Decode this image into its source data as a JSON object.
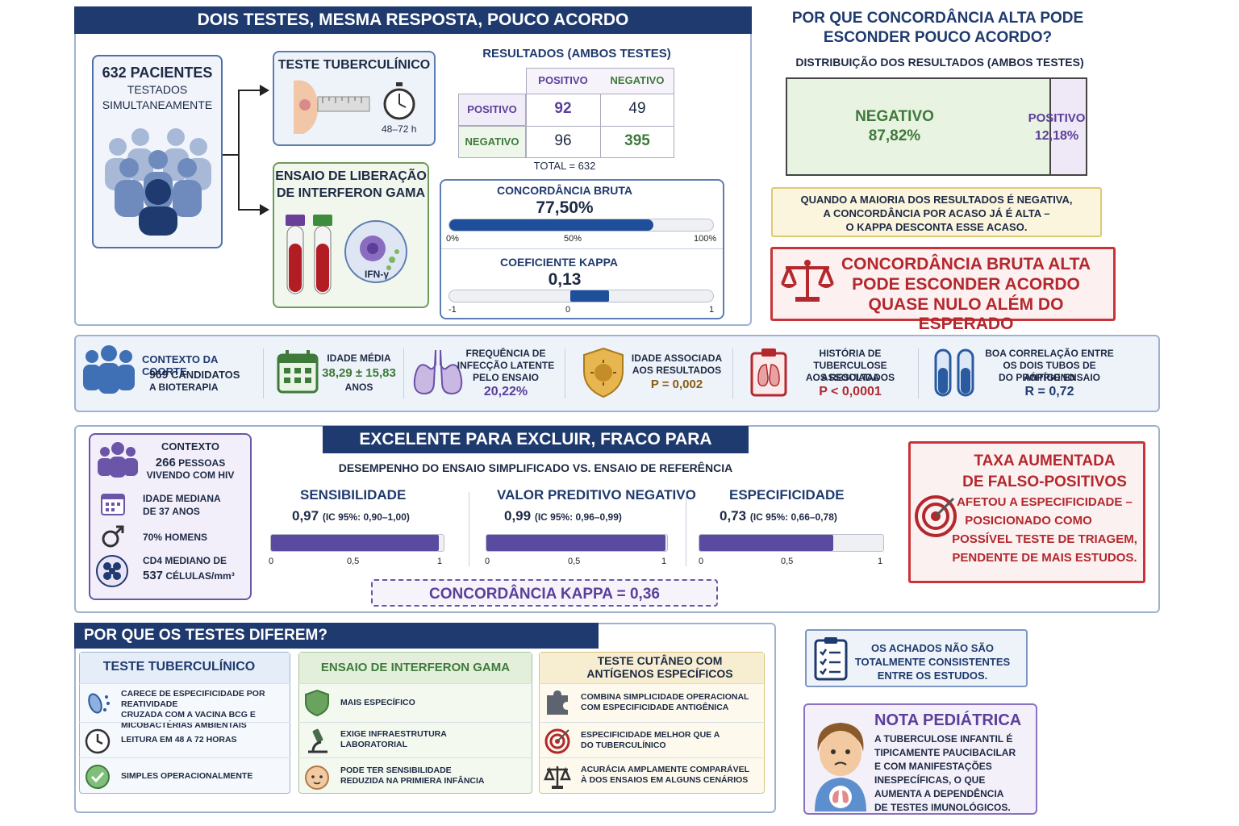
{
  "top": {
    "banner": "DOIS TESTES, MESMA RESPOSTA, POUCO ACORDO",
    "patients": {
      "line1": "632 PACIENTES",
      "line2": "TESTADOS",
      "line3": "SIMULTANEAMENTE"
    },
    "tst": {
      "title": "TESTE TUBERCULÍNICO",
      "time": "48–72 h"
    },
    "igra": {
      "title1": "ENSAIO DE LIBERAÇÃO",
      "title2": "DE INTERFERON GAMA",
      "label": "IFN-γ"
    },
    "results": {
      "title": "RESULTADOS (AMBOS TESTES)",
      "col_headers": [
        "POSITIVO",
        "NEGATIVO"
      ],
      "row_headers": [
        "POSITIVO",
        "NEGATIVO"
      ],
      "cells": [
        [
          "92",
          "49"
        ],
        [
          "96",
          "395"
        ]
      ],
      "total": "TOTAL = 632"
    },
    "agreement": {
      "title": "CONCORDÂNCIA BRUTA",
      "value": "77,50%",
      "fraction": 0.775,
      "ticks": [
        "0%",
        "50%",
        "100%"
      ]
    },
    "kappa": {
      "title": "COEFICIENTE KAPPA",
      "value": "0,13",
      "kappa_value": 0.13,
      "ticks": [
        "-1",
        "0",
        "1"
      ]
    }
  },
  "right": {
    "question1": "POR QUE CONCORDÂNCIA ALTA PODE",
    "question2": "ESCONDER POUCO ACORDO?",
    "dist_title": "DISTRIBUIÇÃO DOS RESULTADOS (AMBOS TESTES)",
    "neg_label": "NEGATIVO",
    "neg_value": "87,82%",
    "neg_fraction": 0.8782,
    "pos_label": "POSITIVO",
    "pos_value": "12,18%",
    "note1": "QUANDO A MAIORIA DOS RESULTADOS É NEGATIVA,",
    "note2": "A CONCORDÂNCIA POR ACASO JÁ É ALTA –",
    "note3": "O KAPPA DESCONTA ESSE ACASO.",
    "warn1": "CONCORDÂNCIA BRUTA ALTA",
    "warn2": "PODE ESCONDER ACORDO",
    "warn3": "QUASE NULO ALÉM DO ESPERADO"
  },
  "stats": {
    "s1": {
      "l1": "CONTEXTO DA COORTE",
      "l2": "969",
      "l2b": "CANDIDATOS",
      "l3": "A BIOTERAPIA"
    },
    "s2": {
      "l1": "IDADE MÉDIA",
      "l2": "38,29 ± 15,83",
      "l3": "ANOS"
    },
    "s3": {
      "l1": "FREQUÊNCIA DE",
      "l2": "INFECÇÃO LATENTE",
      "l3": "PELO ENSAIO",
      "v": "20,22%"
    },
    "s4": {
      "l1": "IDADE ASSOCIADA",
      "l2": "AOS RESULTADOS",
      "v": "p = 0,002"
    },
    "s5": {
      "l1": "HISTÓRIA DE",
      "l2": "TUBERCULOSE ASSOCIADA",
      "l3": "AOS RESULTADOS",
      "v": "p < 0,0001"
    },
    "s6": {
      "l1": "BOA CORRELAÇÃO ENTRE",
      "l2": "OS DOIS TUBOS DE ANTÍGENO",
      "l3": "DO PRÓPRIO ENSAIO",
      "v": "r = 0,72"
    }
  },
  "mid": {
    "banner": "EXCELENTE PARA EXCLUIR, FRACO PARA CONFIRMAR",
    "subtitle": "DESEMPENHO DO ENSAIO SIMPLIFICADO VS. ENSAIO DE REFERÊNCIA",
    "context": {
      "title": "CONTEXTO",
      "n": "266",
      "n_unit": "PESSOAS",
      "n_line2": "VIVENDO COM HIV",
      "age1": "IDADE MEDIANA",
      "age2": "DE 37 ANOS",
      "men": "70% HOMENS",
      "cd4_1": "CD4 MEDIANO DE",
      "cd4_2": "537",
      "cd4_unit": "CÉLULAS/mm³"
    },
    "metrics": [
      {
        "name": "SENSIBILIDADE",
        "value": "0,97",
        "ci": "(IC 95%: 0,90–1,00)",
        "v": 0.97
      },
      {
        "name": "VALOR PREDITIVO NEGATIVO",
        "value": "0,99",
        "ci": "(IC 95%: 0,96–0,99)",
        "v": 0.99
      },
      {
        "name": "ESPECIFICIDADE",
        "value": "0,73",
        "ci": "(IC 95%: 0,66–0,78)",
        "v": 0.73
      }
    ],
    "ticks": [
      "0",
      "0,5",
      "1"
    ],
    "kappa": "CONCORDÂNCIA KAPPA = 0,36",
    "fp": {
      "t1": "TAXA AUMENTADA",
      "t2": "DE FALSO-POSITIVOS",
      "b1": "AFETOU A ESPECIFICIDADE –",
      "b2": "POSICIONADO COMO",
      "b3": "POSSÍVEL TESTE DE TRIAGEM,",
      "b4": "PENDENTE DE MAIS ESTUDOS."
    }
  },
  "bottom": {
    "banner": "POR QUE OS TESTES DIFEREM?",
    "col1": {
      "title": "TESTE TUBERCULÍNICO",
      "items": [
        "CARECE DE ESPECIFICIDADE POR REATIVIDADE|CRUZADA COM A VACINA BCG E|MICOBACTÉRIAS AMBIENTAIS",
        "LEITURA EM 48 A 72 HORAS",
        "SIMPLES OPERACIONALMENTE"
      ]
    },
    "col2": {
      "title": "ENSAIO DE INTERFERON GAMA",
      "items": [
        "MAIS ESPECÍFICO",
        "EXIGE INFRAESTRUTURA|LABORATORIAL",
        "PODE TER SENSIBILIDADE|REDUZIDA NA PRIMIERA INFÂNCIA"
      ]
    },
    "col3": {
      "title1": "TESTE CUTÂNEO COM",
      "title2": "ANTÍGENOS ESPECÍFICOS",
      "items": [
        "COMBINA SIMPLICIDADE OPERACIONAL|COM ESPECIFICIDADE ANTIGÊNICA",
        "ESPECIFICIDADE MELHOR QUE A|DO TUBERCULÍNICO",
        "ACURÁCIA AMPLAMENTE COMPARÁVEL|À DOS ENSAIOS EM ALGUNS CENÁRIOS"
      ]
    },
    "consistency": [
      "OS ACHADOS NÃO SÃO",
      "TOTALMENTE CONSISTENTES",
      "ENTRE OS ESTUDOS."
    ],
    "ped": {
      "title": "NOTA PEDIÁTRICA",
      "lines": [
        "A TUBERCULOSE INFANTIL É",
        "TIPICAMENTE PAUCIBACILAR",
        "E COM MANIFESTAÇÕES",
        "INESPECÍFICAS, O QUE",
        "AUMENTA A DEPENDÊNCIA",
        "DE TESTES IMUNOLÓGICOS."
      ]
    }
  },
  "colors": {
    "navy": "#1f3a6e",
    "purple": "#5b3f99",
    "green": "#3e7a3a",
    "red": "#b3282d",
    "bar_blue": "#1f4f9a",
    "bar_purple": "#5a4aa0"
  }
}
